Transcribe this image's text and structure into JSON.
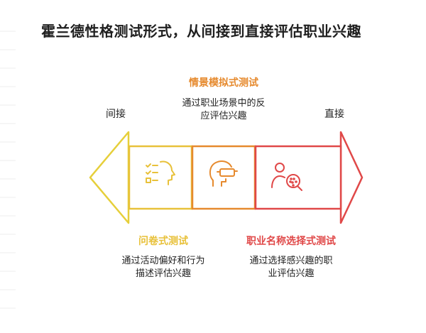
{
  "title": "霍兰德性格测试形式，从间接到直接评估职业兴趣",
  "ends": {
    "left": "间接",
    "right": "直接"
  },
  "methods": [
    {
      "name": "问卷式测试",
      "desc_line1": "通过活动偏好和行为",
      "desc_line2": "描述评估兴趣",
      "icon": "checklist-head-icon",
      "color": "#e8c13a"
    },
    {
      "name": "情景模拟式测试",
      "desc_line1": "通过职业场景中的反",
      "desc_line2": "应评估兴趣",
      "icon": "vr-headset-head-icon",
      "color": "#e68a2e"
    },
    {
      "name": "职业名称选择式测试",
      "desc_line1": "通过选择感兴趣的职",
      "desc_line2": "业评估兴趣",
      "icon": "person-magnifier-icon",
      "color": "#e04848"
    }
  ]
}
